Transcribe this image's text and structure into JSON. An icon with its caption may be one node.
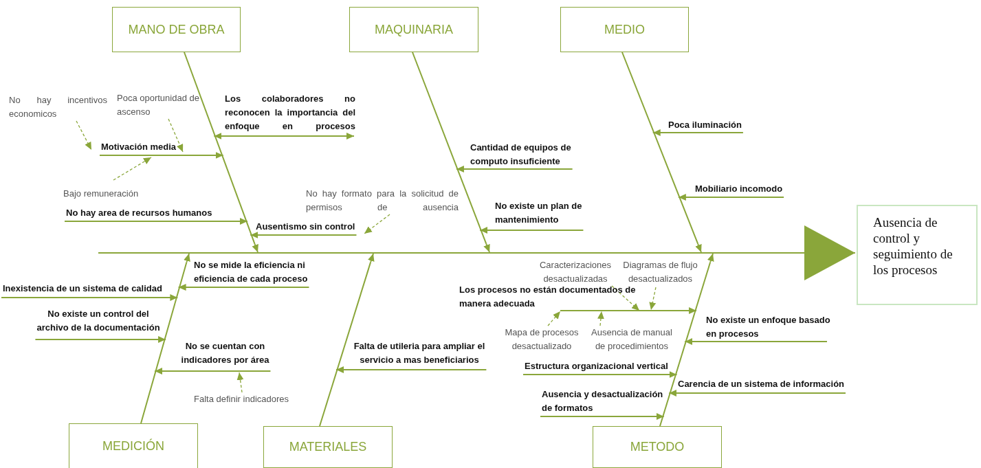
{
  "diagram": {
    "nodes": [
      {
        "text": [
          "MANO DE OBRA"
        ]
      },
      {
        "text": [
          "MAQUINARIA"
        ]
      },
      {
        "text": [
          "MEDIO"
        ]
      },
      {
        "text": [
          "Ausencia de control y seguimiento de los procesos"
        ]
      },
      {
        "text": [
          "MEDICIÓN"
        ]
      },
      {
        "text": [
          "MATERIALES"
        ]
      },
      {
        "text": [
          "METODO"
        ]
      },
      {
        "text": [
          "No hay incentivos economicos"
        ]
      },
      {
        "text": [
          "Motivación media"
        ]
      },
      {
        "text": [
          "Poca oportunidad de ascenso"
        ]
      },
      {
        "text": [
          "Los colaboradores no reconocen la importancia del enfoque en procesos"
        ]
      },
      {
        "text": [
          "Bajo remuneración"
        ]
      },
      {
        "text": [
          "No hay formato para la solicitud de permisos de ausencia"
        ]
      },
      {
        "text": [
          "No hay area de recursos humanos"
        ]
      },
      {
        "text": [
          "Ausentismo sin control"
        ]
      },
      {
        "text": [
          "Cantidad de equipos de computo insuficiente"
        ]
      },
      {
        "text": [
          "No existe un plan de mantenimiento"
        ]
      },
      {
        "text": [
          "Poca iluminación"
        ]
      },
      {
        "text": [
          "Mobiliario incomodo"
        ]
      },
      {
        "text": [
          "No se mide la eficiencia ni eficiencia de cada proceso"
        ]
      },
      {
        "text": [
          "Inexistencia de un sistema de calidad"
        ]
      },
      {
        "text": [
          "No existe un control del archivo de la documentación"
        ]
      },
      {
        "text": [
          "No se cuentan con indicadores  por área"
        ]
      },
      {
        "text": [
          "Falta definir indicadores"
        ]
      },
      {
        "text": [
          "Falta de utileria para ampliar el servicio a mas beneficiarios"
        ]
      },
      {
        "text": [
          "Caracterizaciones desactualizadas"
        ]
      },
      {
        "text": [
          "Diagramas de flujo desactualizados"
        ]
      },
      {
        "text": [
          "Los procesos no están documentados de manera adecuada"
        ]
      },
      {
        "text": [
          "Mapa de procesos desactualizado"
        ]
      },
      {
        "text": [
          "Ausencia de manual de procedimientos"
        ]
      },
      {
        "text": [
          "No existe un enfoque basado en procesos"
        ]
      },
      {
        "text": [
          "Estructura organizacional vertical"
        ]
      },
      {
        "text": [
          "Carencia de un sistema de información"
        ]
      },
      {
        "text": [
          "Ausencia y desactualización de formatos"
        ]
      },
      {
        "text": [],
        "shape": "bar"
      },
      {
        "text": [],
        "shape": "line"
      },
      {
        "text": [],
        "shape": "line"
      },
      {
        "text": [],
        "shape": "line"
      },
      {
        "text": [],
        "shape": "line"
      },
      {
        "text": [],
        "shape": "line"
      },
      {
        "text": [],
        "shape": "line"
      }
    ],
    "edges": [
      {
        "from": 35,
        "to": 34,
        "arrow": "to"
      },
      {
        "from": 36,
        "to": 34,
        "arrow": "to"
      },
      {
        "from": 37,
        "to": 34,
        "arrow": "to"
      },
      {
        "from": 38,
        "to": 34,
        "arrow": "to"
      },
      {
        "from": 39,
        "to": 34,
        "arrow": "to"
      },
      {
        "from": 40,
        "to": 34,
        "arrow": "to"
      },
      {
        "from": 34,
        "to": 3,
        "arrow": "to"
      },
      {
        "from": 7,
        "to": 8,
        "arrow": "to",
        "style": "dashed"
      },
      {
        "from": 8,
        "to": 35,
        "arrow": "to"
      },
      {
        "from": 9,
        "to": 8,
        "arrow": "to",
        "style": "dashed"
      },
      {
        "from": 10,
        "to": 35,
        "arrow": "both"
      },
      {
        "from": 11,
        "to": 8,
        "arrow": "to",
        "style": "dashed"
      },
      {
        "from": 12,
        "to": 14,
        "arrow": "to",
        "style": "dashed"
      },
      {
        "from": 13,
        "to": 35,
        "arrow": "to"
      },
      {
        "from": 14,
        "to": 35,
        "arrow": "to"
      },
      {
        "from": 15,
        "to": 36,
        "arrow": "to"
      },
      {
        "from": 16,
        "to": 36,
        "arrow": "to"
      },
      {
        "from": 17,
        "to": 37,
        "arrow": "to"
      },
      {
        "from": 18,
        "to": 37,
        "arrow": "to"
      },
      {
        "from": 19,
        "to": 38,
        "arrow": "to"
      },
      {
        "from": 20,
        "to": 38,
        "arrow": "to"
      },
      {
        "from": 21,
        "to": 38,
        "arrow": "to"
      },
      {
        "from": 22,
        "to": 38,
        "arrow": "to"
      },
      {
        "from": 23,
        "to": 22,
        "arrow": "to",
        "style": "dashed"
      },
      {
        "from": 24,
        "to": 39,
        "arrow": "to"
      },
      {
        "from": 25,
        "to": 27,
        "arrow": "to",
        "style": "dashed"
      },
      {
        "from": 26,
        "to": 27,
        "arrow": "to",
        "style": "dashed"
      },
      {
        "from": 27,
        "to": 40,
        "arrow": "to"
      },
      {
        "from": 28,
        "to": 27,
        "arrow": "to",
        "style": "dashed"
      },
      {
        "from": 29,
        "to": 27,
        "arrow": "to",
        "style": "dashed"
      },
      {
        "from": 30,
        "to": 40,
        "arrow": "to"
      },
      {
        "from": 31,
        "to": 40,
        "arrow": "to"
      },
      {
        "from": 32,
        "to": 40,
        "arrow": "to"
      },
      {
        "from": 33,
        "to": 40,
        "arrow": "to"
      }
    ]
  }
}
